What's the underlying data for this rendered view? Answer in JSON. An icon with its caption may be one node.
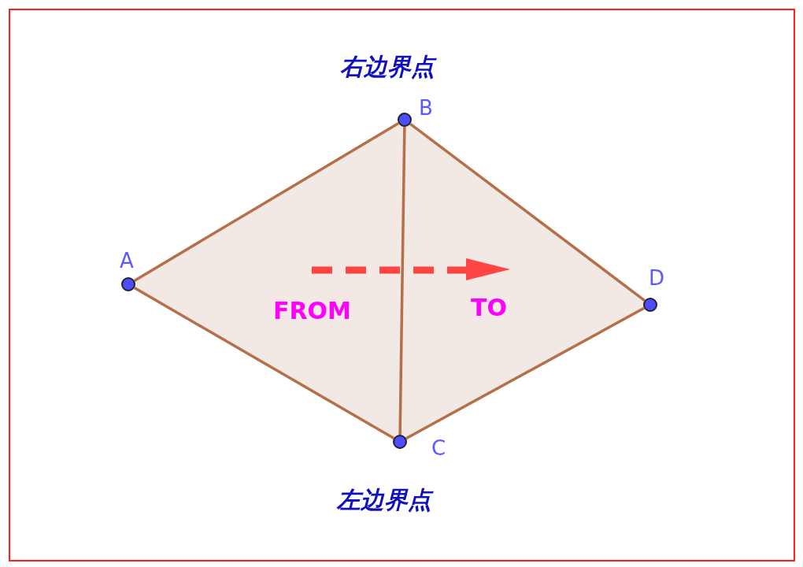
{
  "diagram": {
    "nodes": [
      {
        "text": [],
        "shape": "circle",
        "beside": [
          "A"
        ]
      },
      {
        "text": [],
        "shape": "circle",
        "beside": [
          "B",
          "右边界点"
        ]
      },
      {
        "text": [],
        "shape": "circle",
        "beside": [
          "C",
          "左边界点"
        ]
      },
      {
        "text": [],
        "shape": "circle",
        "beside": [
          "D"
        ]
      }
    ],
    "edges": [
      {
        "from": 0,
        "to": 1,
        "arrow": "none"
      },
      {
        "from": 1,
        "to": 3,
        "arrow": "none"
      },
      {
        "from": 3,
        "to": 2,
        "arrow": "none"
      },
      {
        "from": 2,
        "to": 0,
        "arrow": "none"
      },
      {
        "from": 1,
        "to": 2,
        "arrow": "none"
      }
    ],
    "labels": [
      "FROM",
      "TO"
    ]
  }
}
